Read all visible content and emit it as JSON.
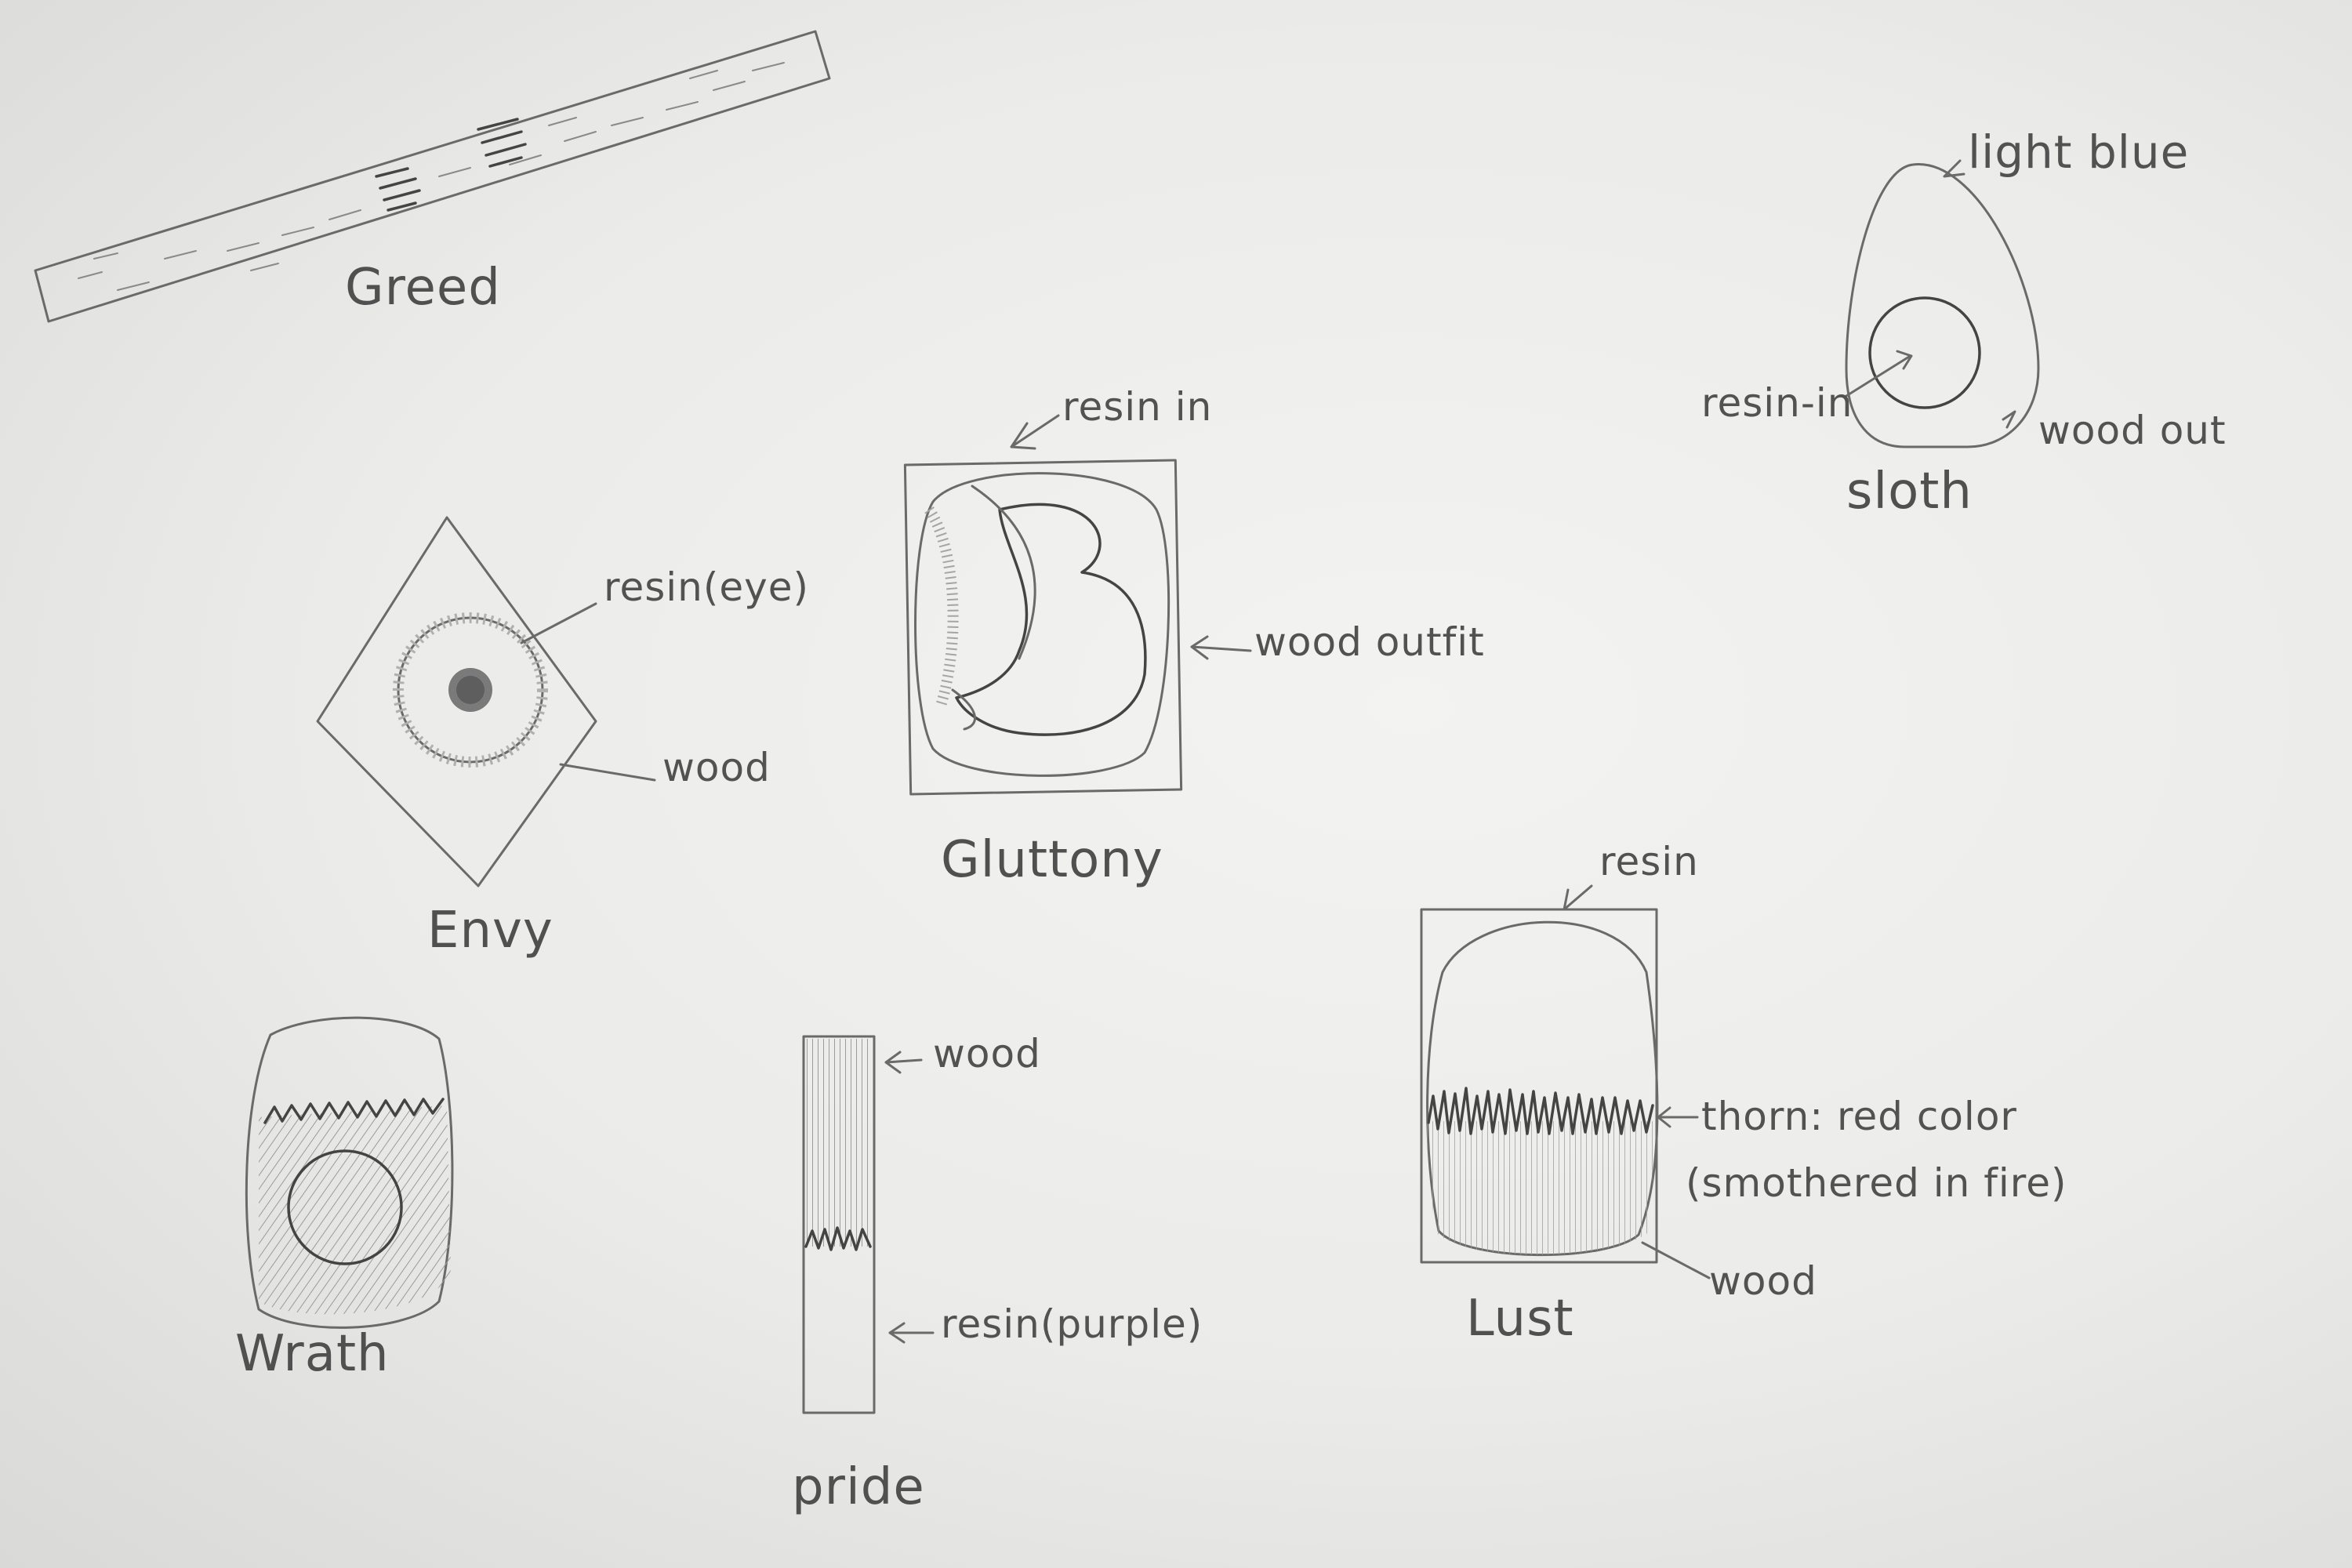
{
  "sketches": {
    "greed": {
      "title": "Greed"
    },
    "sloth": {
      "title": "sloth",
      "note_top": "light blue",
      "note_left": "resin-in",
      "note_right": "wood out"
    },
    "envy": {
      "title": "Envy",
      "note_eye": "resin(eye)",
      "note_wood": "wood"
    },
    "gluttony": {
      "title": "Gluttony",
      "note_top": "resin in",
      "note_right": "wood outfit"
    },
    "wrath": {
      "title": "Wrath"
    },
    "pride": {
      "title": "pride",
      "note_top": "wood",
      "note_bottom": "resin(purple)"
    },
    "lust": {
      "title": "Lust",
      "note_top": "resin",
      "note_thorn_1": "thorn: red color",
      "note_thorn_2": "(smothered in fire)",
      "note_wood": "wood"
    }
  },
  "colors": {
    "paper": "#efefed",
    "graphite": "#5a5a5a"
  }
}
